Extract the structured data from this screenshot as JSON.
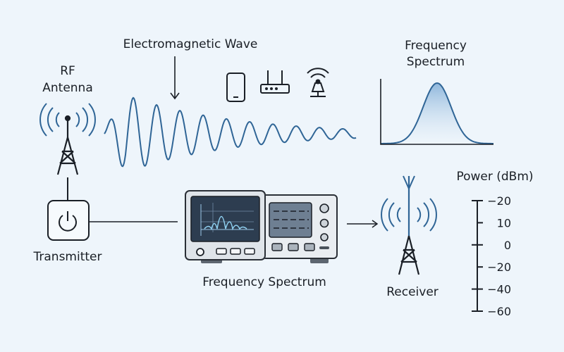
{
  "labels": {
    "em_wave": "Electromagnetic Wave",
    "rf_antenna_line1": "RF",
    "rf_antenna_line2": "Antenna",
    "transmitter": "Transmitter",
    "analyzer": "Frequency Spectrum",
    "receiver": "Receiver",
    "spectrum_line1": "Frequency",
    "spectrum_line2": "Spectrum"
  },
  "power_scale": {
    "title": "Power (dBm)",
    "ticks": [
      "−20",
      "10",
      "0",
      "−20",
      "−40",
      "−60"
    ]
  },
  "icons": [
    "antenna-tower-icon",
    "power-icon",
    "phone-icon",
    "router-icon",
    "satellite-dish-icon",
    "spectrum-analyzer-icon",
    "receiver-tower-icon"
  ],
  "colors": {
    "accent": "#2f6596",
    "ink": "#1a1f26",
    "background": "#eef5fb"
  }
}
